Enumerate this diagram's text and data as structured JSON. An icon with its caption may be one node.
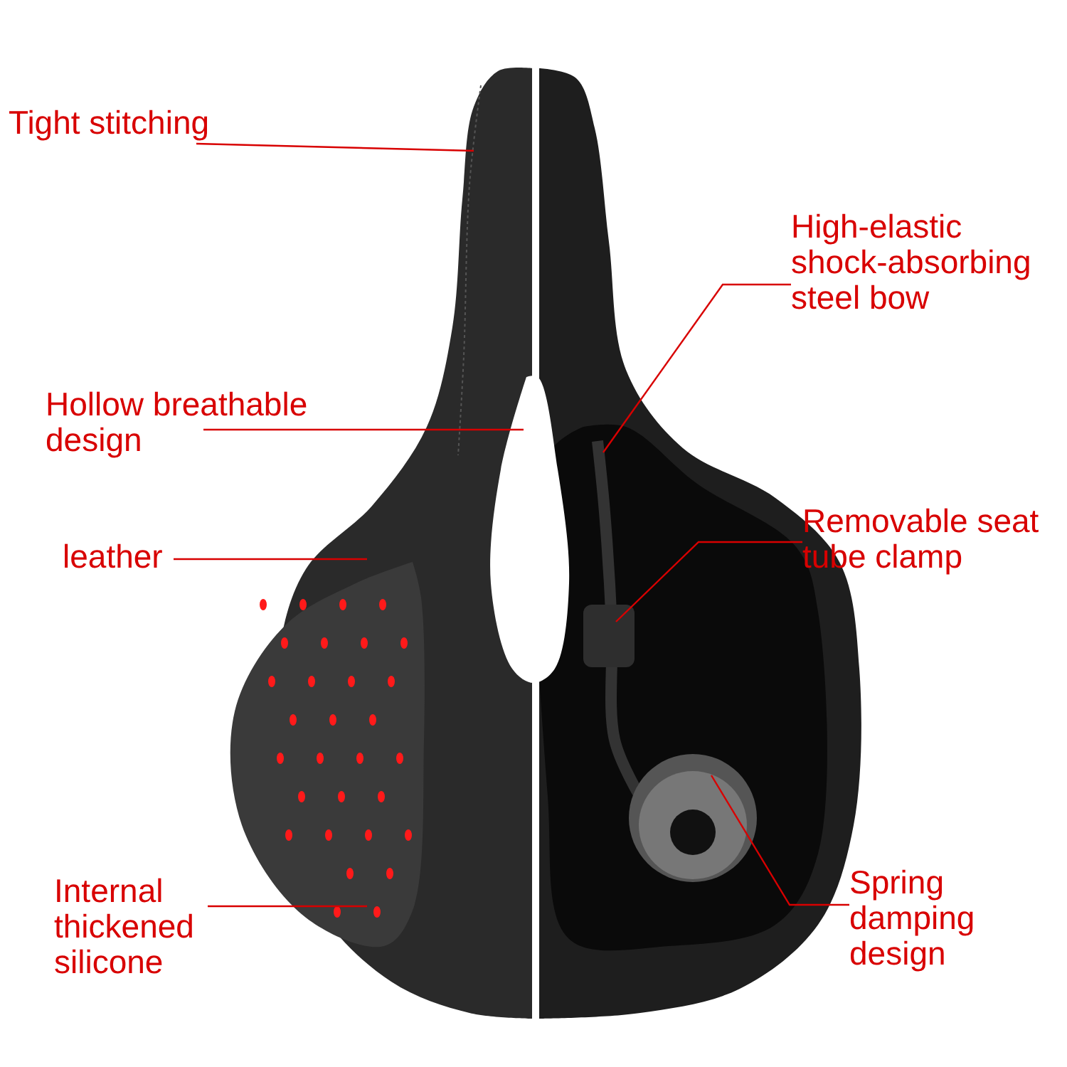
{
  "diagram": {
    "nodes": [
      {
        "text": [
          "Tight stitching"
        ]
      },
      {
        "text": [
          "Hollow breathable design"
        ]
      },
      {
        "text": [
          "leather"
        ]
      },
      {
        "text": [
          "High-elastic shock-absorbing steel bow"
        ]
      },
      {
        "text": [
          "Removable seat tube clamp"
        ]
      },
      {
        "text": [
          "Internal thickened silicone"
        ]
      },
      {
        "text": [
          "Spring damping design"
        ]
      }
    ],
    "edges": [
      {
        "from": 0,
        "to": null,
        "arrow": "none"
      },
      {
        "from": 1,
        "to": null,
        "arrow": "none"
      },
      {
        "from": 2,
        "to": null,
        "arrow": "none"
      },
      {
        "from": 3,
        "to": null,
        "arrow": "none"
      },
      {
        "from": 4,
        "to": null,
        "arrow": "none"
      },
      {
        "from": 5,
        "to": null,
        "arrow": "none"
      },
      {
        "from": 6,
        "to": null,
        "arrow": "none"
      }
    ]
  }
}
